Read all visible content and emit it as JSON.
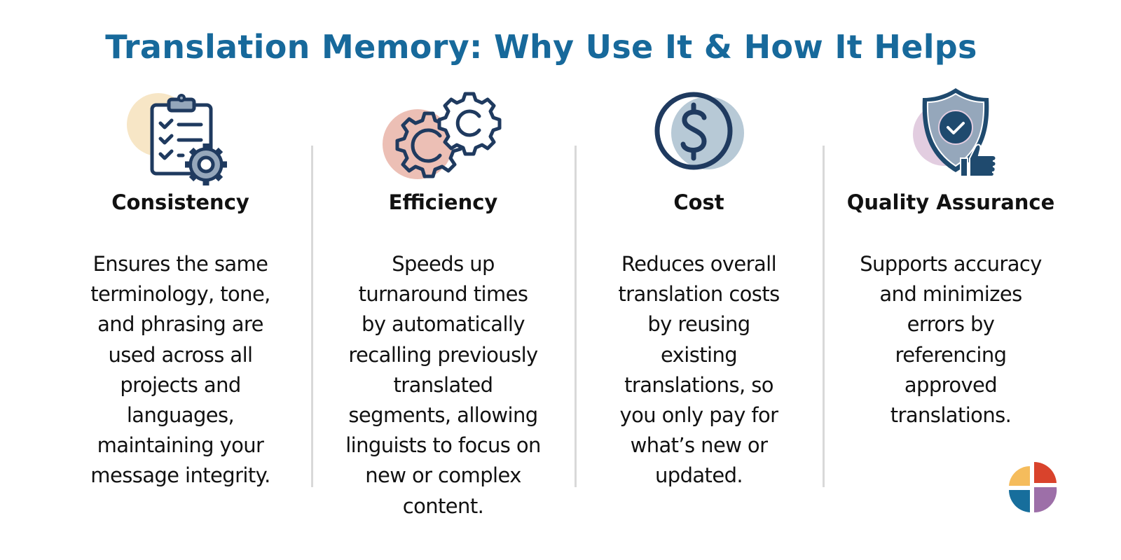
{
  "title": "Translation Memory: Why Use It & How It Helps",
  "colors": {
    "title": "#17699b",
    "icon_stroke": "#1f3a5f",
    "icon_fill": "#95a7bb",
    "divider": "#d9d9d9"
  },
  "columns": [
    {
      "icon": "clipboard-gear-icon",
      "bg_circle_color": "#f7e6c6",
      "heading": "Consistency",
      "description": "Ensures the same\nterminology, tone,\nand phrasing are\nused across all\nprojects and\nlanguages,\nmaintaining your\nmessage integrity."
    },
    {
      "icon": "gears-icon",
      "bg_circle_color": "#ecbfb5",
      "heading": "Efficiency",
      "description": "Speeds up\nturnaround times\nby automatically\nrecalling previously\ntranslated\nsegments, allowing\nlinguists to focus on\nnew or complex\ncontent."
    },
    {
      "icon": "dollar-coin-icon",
      "bg_circle_color": "#b7c9d6",
      "heading": "Cost",
      "description": "Reduces overall\ntranslation costs\nby reusing\nexisting\ntranslations, so\nyou only pay for\nwhat’s new or\nupdated."
    },
    {
      "icon": "shield-check-thumbs-up-icon",
      "bg_circle_color": "#e2cde0",
      "heading": "Quality Assurance",
      "description": "Supports accuracy\nand minimizes\nerrors by\nreferencing\napproved\ntranslations."
    }
  ],
  "logo": {
    "icon": "quadrant-circle-logo",
    "colors": [
      "#f5bc5c",
      "#d9432c",
      "#176e9c",
      "#9d6fa8"
    ]
  }
}
